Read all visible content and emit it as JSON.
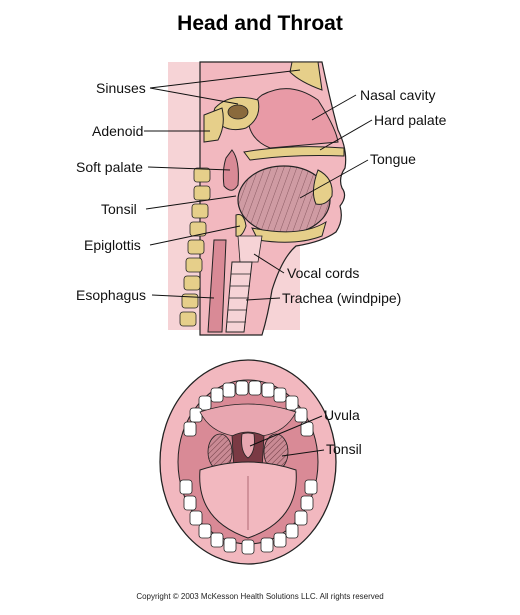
{
  "title": "Head and Throat",
  "labels": {
    "sinuses": "Sinuses",
    "adenoid": "Adenoid",
    "soft_palate": "Soft palate",
    "tonsil_side": "Tonsil",
    "epiglottis": "Epiglottis",
    "esophagus": "Esophagus",
    "nasal_cavity": "Nasal cavity",
    "hard_palate": "Hard palate",
    "tongue": "Tongue",
    "vocal_cords": "Vocal cords",
    "trachea": "Trachea (windpipe)",
    "uvula": "Uvula",
    "tonsil_mouth": "Tonsil"
  },
  "copyright": "Copyright © 2003 McKesson Health Solutions LLC. All rights reserved",
  "colors": {
    "tissue_pink": "#f2b8bf",
    "dark_pink": "#d98a96",
    "bone_tan": "#e6cf8a",
    "tongue_fill": "#c9959c",
    "outline": "#222222"
  }
}
